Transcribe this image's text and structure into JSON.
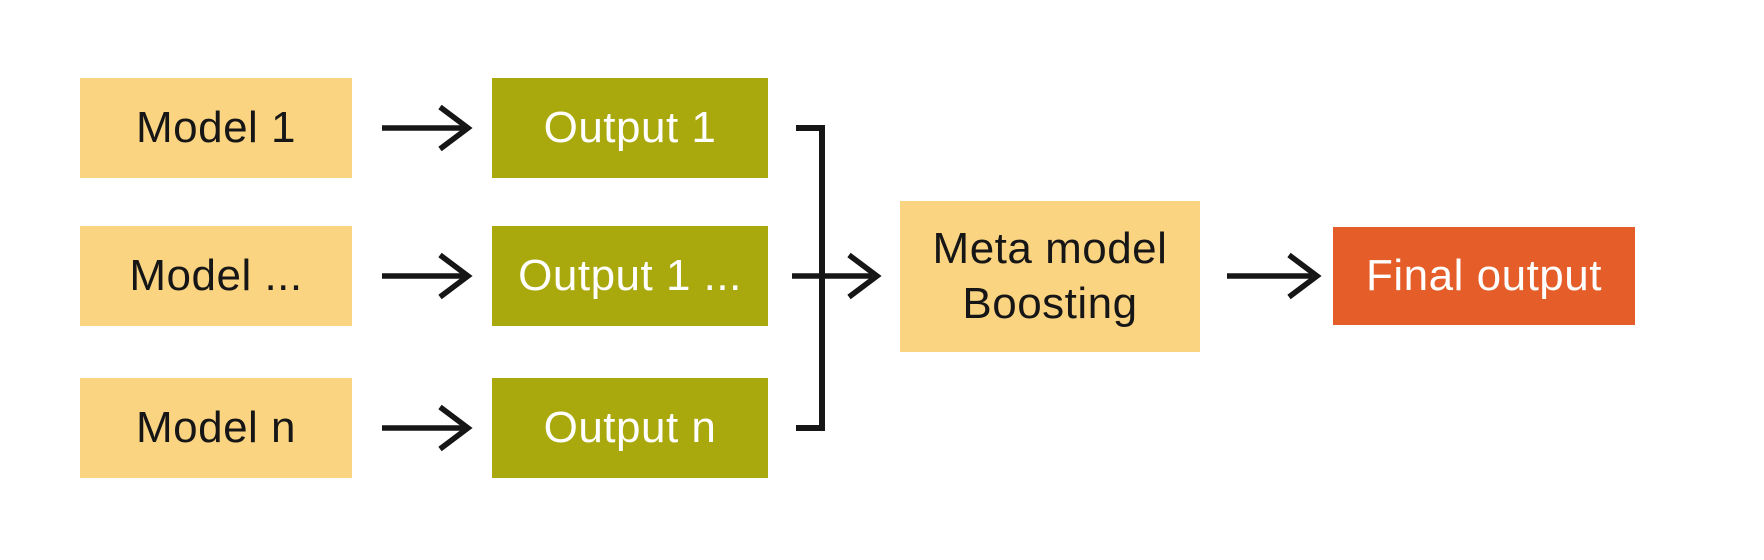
{
  "diagram": {
    "rows": [
      {
        "model": "Model 1",
        "output": "Output 1"
      },
      {
        "model": "Model ...",
        "output": "Output 1 ..."
      },
      {
        "model": "Model n",
        "output": "Output n"
      }
    ],
    "meta": {
      "line1": "Meta model",
      "line2": "Boosting"
    },
    "final": {
      "label": "Final output"
    },
    "colors": {
      "model_box_fill": "#FBD482",
      "output_box_fill": "#A9A80D",
      "meta_box_fill": "#FBD482",
      "final_box_fill": "#E55E29",
      "connector": "#161616",
      "model_text": "#161616",
      "output_text": "#FFFFFF",
      "background": "#FFFFFF"
    }
  }
}
